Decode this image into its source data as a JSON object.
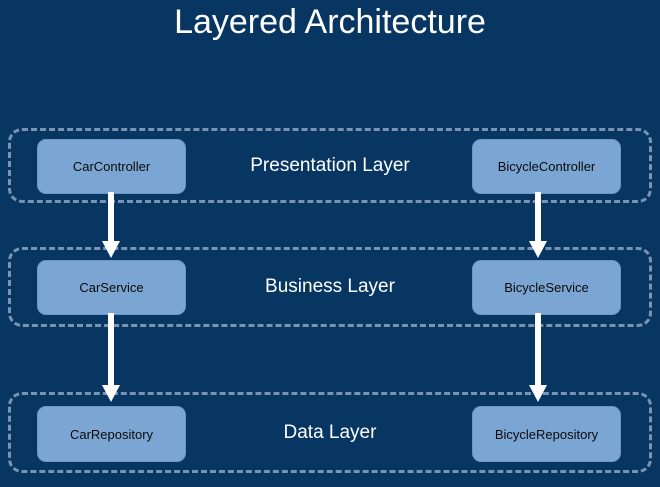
{
  "title": "Layered Architecture",
  "theme": {
    "background": "#083663",
    "title_color": "#ffffff",
    "layer_border": "#7a93b0",
    "node_fill": "#7BA6D4",
    "node_text": "#0a0a0a",
    "layer_label_color": "#ffffff",
    "arrow_color": "#ffffff"
  },
  "layers": [
    {
      "id": "presentation",
      "label": "Presentation Layer",
      "nodes": [
        {
          "id": "car-controller",
          "label": "CarController"
        },
        {
          "id": "bicycle-controller",
          "label": "BicycleController"
        }
      ]
    },
    {
      "id": "business",
      "label": "Business Layer",
      "nodes": [
        {
          "id": "car-service",
          "label": "CarService"
        },
        {
          "id": "bicycle-service",
          "label": "BicycleService"
        }
      ]
    },
    {
      "id": "data",
      "label": "Data Layer",
      "nodes": [
        {
          "id": "car-repository",
          "label": "CarRepository"
        },
        {
          "id": "bicycle-repository",
          "label": "BicycleRepository"
        }
      ]
    }
  ],
  "connections": [
    {
      "id": "car-controller-to-car-service",
      "from": "CarController",
      "to": "CarService",
      "direction": "down"
    },
    {
      "id": "bicycle-controller-to-bicycle-service",
      "from": "BicycleController",
      "to": "BicycleService",
      "direction": "down"
    },
    {
      "id": "car-service-to-car-repository",
      "from": "CarService",
      "to": "CarRepository",
      "direction": "down"
    },
    {
      "id": "bicycle-service-to-bicycle-repository",
      "from": "BicycleService",
      "to": "BicycleRepository",
      "direction": "down"
    }
  ]
}
